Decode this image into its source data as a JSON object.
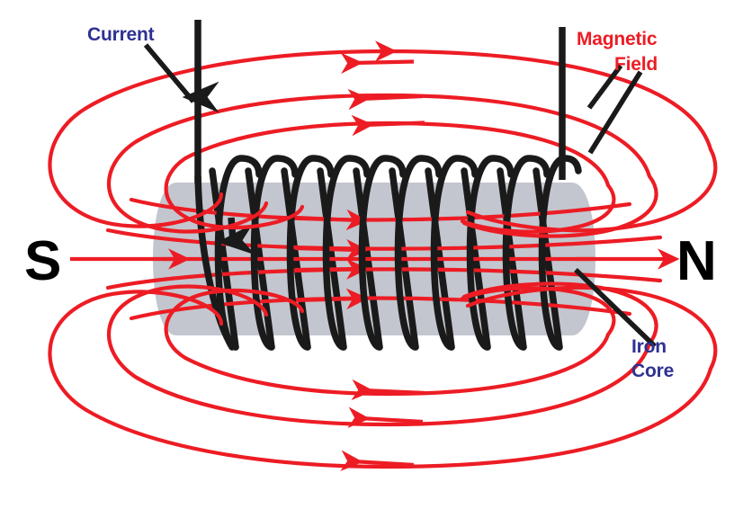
{
  "diagram": {
    "title": "Electromagnet / Solenoid Magnetic Field Diagram",
    "labels": {
      "current": "Current",
      "magnetic_field_line1": "Magnetic",
      "magnetic_field_line2": "Field",
      "iron_core_line1": "Iron",
      "iron_core_line2": "Core",
      "south_pole": "S",
      "north_pole": "N"
    },
    "colors": {
      "field_red": "#ed1c24",
      "label_blue": "#2e3192",
      "wire_black": "#1a1a1a",
      "core_gray": "#c3c6ce",
      "background": "#ffffff"
    },
    "elements": {
      "coil_turns": 10,
      "core_shape": "cylinder",
      "current_direction": "down",
      "internal_field_direction": "right",
      "external_field_direction": "left"
    }
  }
}
